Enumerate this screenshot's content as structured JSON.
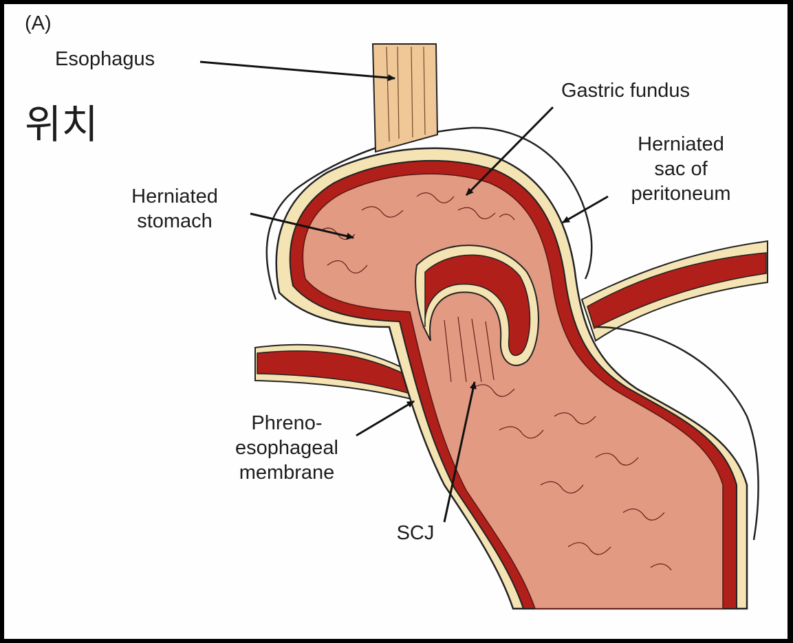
{
  "figure": {
    "panel_letter": "(A)",
    "korean_label": "위치",
    "labels": {
      "esophagus": "Esophagus",
      "gastric_fundus": "Gastric fundus",
      "herniated_sac": "Herniated\nsac of\nperitoneum",
      "herniated_stomach": "Herniated\nstomach",
      "phrenoesophageal": "Phreno-\nesophageal\nmembrane",
      "scj": "SCJ"
    },
    "colors": {
      "background": "#000000",
      "panel": "#fefefe",
      "muscle_wall": "#b01f1a",
      "mucosa": "#e29a82",
      "serosa": "#f4e4b4",
      "esophagus_tube": "#f0c898",
      "text": "#1c1c1c"
    }
  }
}
